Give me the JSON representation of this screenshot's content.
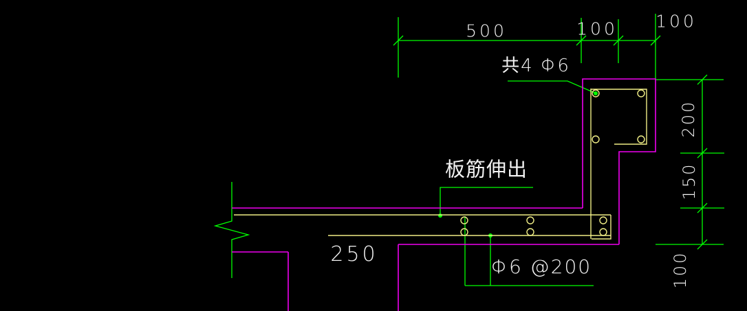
{
  "colors": {
    "background": "#000000",
    "dimension": "#00ff00",
    "outline": "#f000f0",
    "rebar": "#f0ee86",
    "text": "#f2f2f2"
  },
  "dimensions": {
    "top": [
      "500",
      "100",
      "100"
    ],
    "right": [
      "200",
      "150",
      "100"
    ],
    "bottom": [
      "250"
    ]
  },
  "annotations": {
    "stirrup_note": "共4 Φ6",
    "slab_bar_note": "板筋伸出",
    "spacing_note": "Φ6 @200"
  }
}
